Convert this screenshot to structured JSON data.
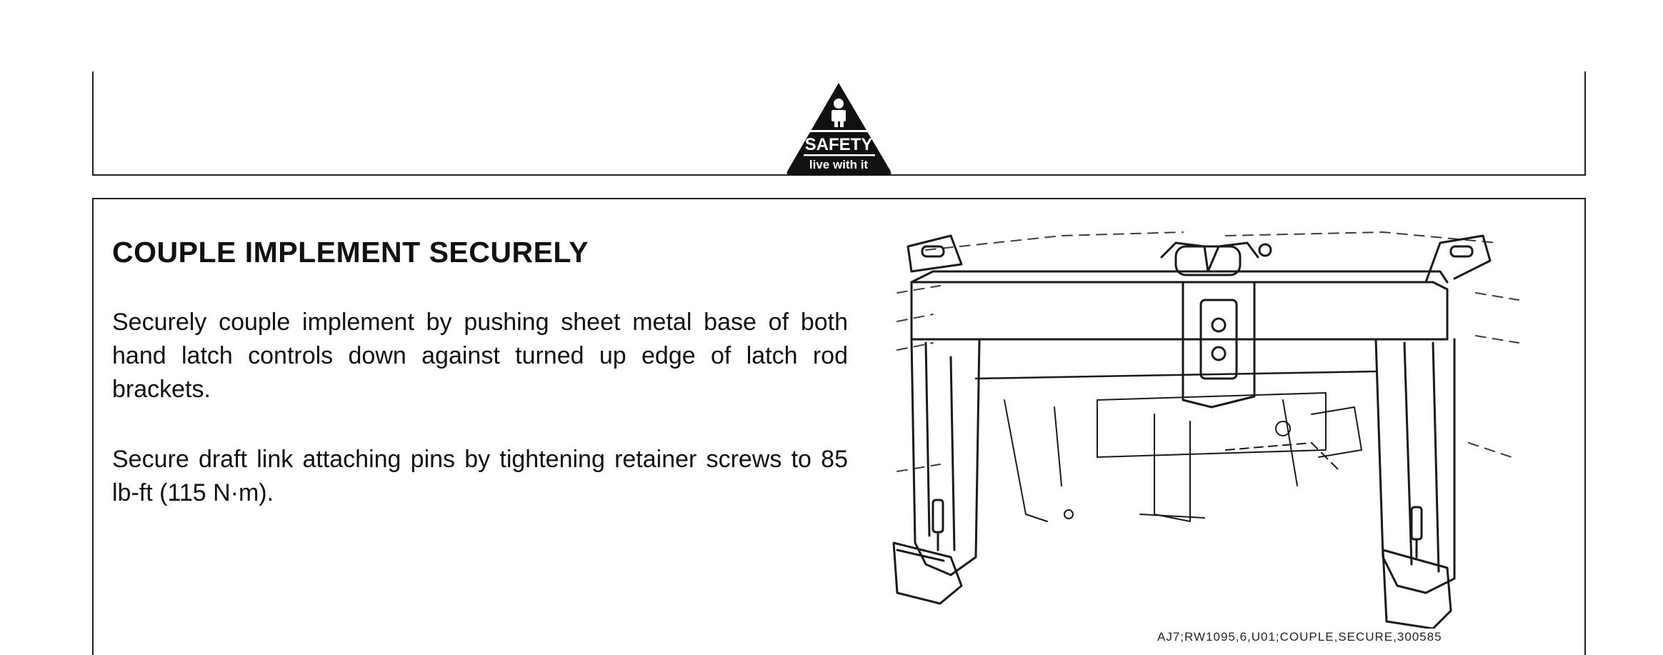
{
  "logo": {
    "line1": "SAFETY",
    "line2": "live with it",
    "icon": "person-icon"
  },
  "section": {
    "title": "COUPLE IMPLEMENT SECURELY",
    "paragraphs": [
      "Securely couple implement by pushing sheet metal base of both hand latch controls down against turned up edge of latch rod brackets.",
      "Secure draft link attaching pins by tightening retainer screws to 85 lb-ft (115 N·m)."
    ]
  },
  "figure": {
    "code": "AJ7;RW1095,6,U01;COUPLE,SECURE,300585",
    "depicts": "hitch-frame-illustration"
  }
}
